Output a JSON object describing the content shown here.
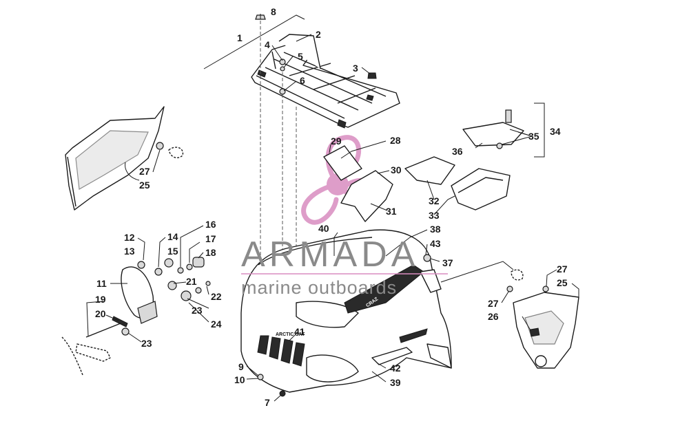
{
  "callouts": [
    {
      "id": "c1",
      "text": "1"
    },
    {
      "id": "c2",
      "text": "2"
    },
    {
      "id": "c3",
      "text": "3"
    },
    {
      "id": "c4",
      "text": "4"
    },
    {
      "id": "c5",
      "text": "5"
    },
    {
      "id": "c6",
      "text": "6"
    },
    {
      "id": "c7",
      "text": "7"
    },
    {
      "id": "c8",
      "text": "8"
    },
    {
      "id": "c9",
      "text": "9"
    },
    {
      "id": "c10",
      "text": "10"
    },
    {
      "id": "c11",
      "text": "11"
    },
    {
      "id": "c12",
      "text": "12"
    },
    {
      "id": "c13",
      "text": "13"
    },
    {
      "id": "c14",
      "text": "14"
    },
    {
      "id": "c15",
      "text": "15"
    },
    {
      "id": "c16",
      "text": "16"
    },
    {
      "id": "c17",
      "text": "17"
    },
    {
      "id": "c18",
      "text": "18"
    },
    {
      "id": "c19",
      "text": "19"
    },
    {
      "id": "c20",
      "text": "20"
    },
    {
      "id": "c21",
      "text": "21"
    },
    {
      "id": "c22",
      "text": "22"
    },
    {
      "id": "c23a",
      "text": "23"
    },
    {
      "id": "c23b",
      "text": "23"
    },
    {
      "id": "c24",
      "text": "24"
    },
    {
      "id": "c25a",
      "text": "25"
    },
    {
      "id": "c25b",
      "text": "25"
    },
    {
      "id": "c26",
      "text": "26"
    },
    {
      "id": "c27a",
      "text": "27"
    },
    {
      "id": "c27b",
      "text": "27"
    },
    {
      "id": "c27c",
      "text": "27"
    },
    {
      "id": "c28",
      "text": "28"
    },
    {
      "id": "c29",
      "text": "29"
    },
    {
      "id": "c30",
      "text": "30"
    },
    {
      "id": "c31",
      "text": "31"
    },
    {
      "id": "c32",
      "text": "32"
    },
    {
      "id": "c33",
      "text": "33"
    },
    {
      "id": "c34",
      "text": "34"
    },
    {
      "id": "c35",
      "text": "35"
    },
    {
      "id": "c36",
      "text": "36"
    },
    {
      "id": "c37",
      "text": "37"
    },
    {
      "id": "c38",
      "text": "38"
    },
    {
      "id": "c39",
      "text": "39"
    },
    {
      "id": "c40",
      "text": "40"
    },
    {
      "id": "c41",
      "text": "41"
    },
    {
      "id": "c42",
      "text": "42"
    },
    {
      "id": "c43",
      "text": "43"
    }
  ],
  "watermark": {
    "brand": "ARMADA",
    "tagline": "marine outboards",
    "logo_color": "#d98cc0",
    "text_color": "#8a8a8a"
  },
  "decal": {
    "hood_brand": "ARCTIC CAT",
    "side_model": "CRAZ"
  }
}
